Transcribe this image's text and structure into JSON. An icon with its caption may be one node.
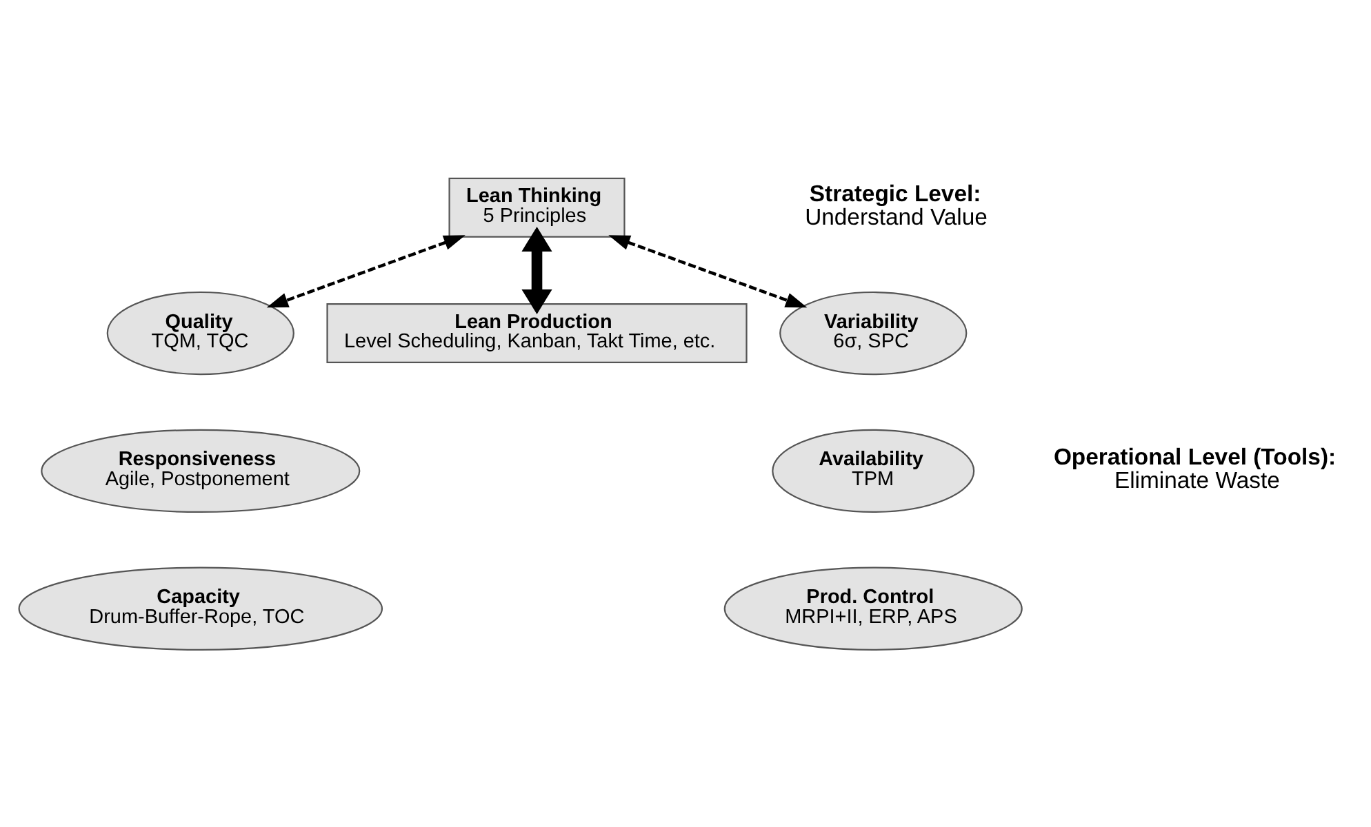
{
  "diagram": {
    "nodes": [
      {
        "text": [
          "Lean Thinking",
          "5 Principles"
        ]
      },
      {
        "text": [
          "Quality",
          "TQM, TQC"
        ]
      },
      {
        "text": [
          "Responsiveness",
          "Agile, Postponement"
        ]
      },
      {
        "text": [
          "Capacity",
          "Drum-Buffer-Rope, TOC"
        ]
      },
      {
        "text": [
          "Lean Production",
          "Level Scheduling, Kanban, Takt Time, etc."
        ]
      },
      {
        "text": [
          "Variability",
          "6σ, SPC"
        ]
      },
      {
        "text": [
          "Availability",
          "TPM"
        ]
      },
      {
        "text": [
          "Prod. Control",
          "MRPI+II, ERP, APS"
        ]
      }
    ],
    "edges": [
      {
        "from": 0,
        "to": 1,
        "arrow": "both",
        "style": "dashed"
      },
      {
        "from": 0,
        "to": 4,
        "arrow": "both",
        "style": "thick"
      },
      {
        "from": 0,
        "to": 5,
        "arrow": "both",
        "style": "dashed"
      }
    ],
    "labels": [
      "Strategic Level:",
      "Understand Value",
      "Operational Level (Tools):",
      "Eliminate Waste"
    ]
  }
}
